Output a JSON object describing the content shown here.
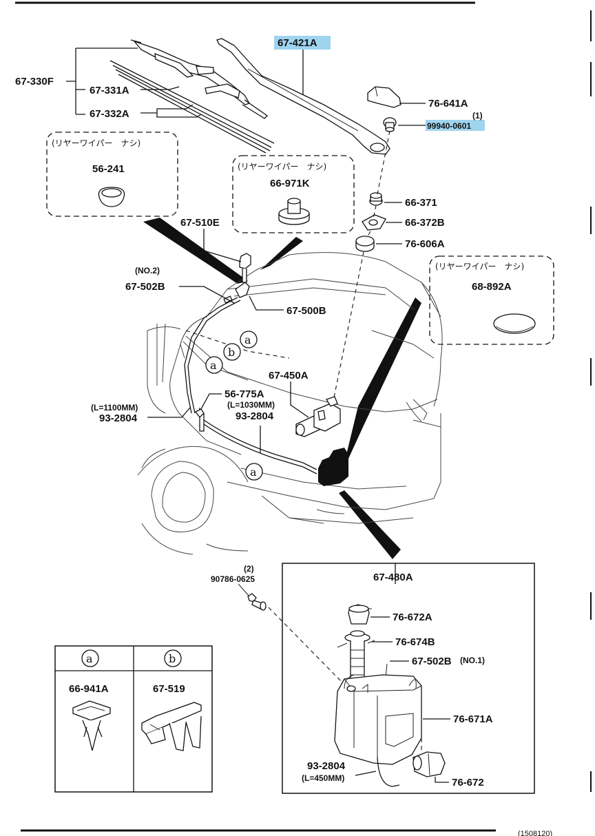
{
  "part_labels": {
    "p67_421A": "67-421A",
    "p67_330F": "67-330F",
    "p67_331A": "67-331A",
    "p67_332A": "67-332A",
    "p76_641A": "76-641A",
    "qty1": "(1)",
    "p99940_0601": "99940-0601",
    "p56_241": "56-241",
    "p66_971K": "66-971K",
    "p66_371": "66-371",
    "p66_372B": "66-372B",
    "p67_510E": "67-510E",
    "p76_606A": "76-606A",
    "no2": "(NO.2)",
    "p67_502B": "67-502B",
    "p67_500B": "67-500B",
    "p68_892A": "68-892A",
    "p67_450A": "67-450A",
    "p56_775A": "56-775A",
    "len1100": "(L=1100MM)",
    "p93_2804_a": "93-2804",
    "len1030": "(L=1030MM)",
    "p93_2804_b": "93-2804",
    "p67_480A": "67-480A",
    "qty2": "(2)",
    "p90786_0625": "90786-0625",
    "p76_672A": "76-672A",
    "p76_674B": "76-674B",
    "p67_502B_no1": "67-502B",
    "no1": "(NO.1)",
    "p76_671A": "76-671A",
    "p93_2804_c": "93-2804",
    "len450": "(L=450MM)",
    "p76_672": "76-672",
    "p66_941A": "66-941A",
    "p67_519": "67-519",
    "footer_code": "(1508120)"
  },
  "callouts": {
    "a": "a",
    "b": "b"
  },
  "notes": {
    "rear_wiper_none": "(リヤーワイパー　ナシ)"
  },
  "legend_table": {
    "col_a": "a",
    "col_b": "b"
  },
  "colors": {
    "highlight": "#9fd4ee",
    "ink": "#111111"
  }
}
